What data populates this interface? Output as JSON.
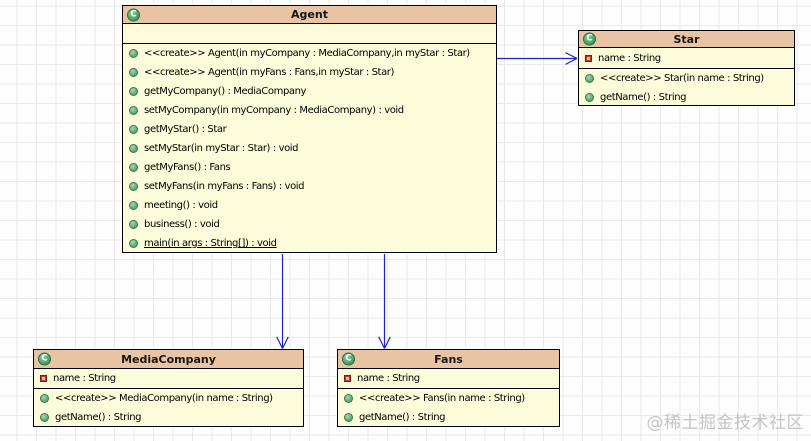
{
  "diagram": {
    "type": "uml-class-diagram",
    "icons": {
      "class_glyph": "C",
      "public_method_icon": "green-circle",
      "private_attribute_icon": "red-square"
    },
    "classes": [
      {
        "name": "Agent",
        "attributes": [],
        "methods": [
          "<<create>> Agent(in myCompany : MediaCompany,in myStar : Star)",
          "<<create>> Agent(in myFans : Fans,in myStar : Star)",
          "getMyCompany() : MediaCompany",
          "setMyCompany(in myCompany : MediaCompany) : void",
          "getMyStar() : Star",
          "setMyStar(in myStar : Star) : void",
          "getMyFans() : Fans",
          "setMyFans(in myFans : Fans) : void",
          "meeting() : void",
          "business() : void",
          "main(in args : String[]) : void"
        ],
        "static_method": "main(in args : String[]) : void"
      },
      {
        "name": "Star",
        "attributes": [
          "name : String"
        ],
        "methods": [
          "<<create>> Star(in name : String)",
          "getName() : String"
        ]
      },
      {
        "name": "MediaCompany",
        "attributes": [
          "name : String"
        ],
        "methods": [
          "<<create>> MediaCompany(in name : String)",
          "getName() : String"
        ]
      },
      {
        "name": "Fans",
        "attributes": [
          "name : String"
        ],
        "methods": [
          "<<create>> Fans(in name : String)",
          "getName() : String"
        ]
      }
    ],
    "relations": [
      {
        "from": "Agent",
        "to": "Star",
        "style": "directed-association"
      },
      {
        "from": "Agent",
        "to": "MediaCompany",
        "style": "directed-association"
      },
      {
        "from": "Agent",
        "to": "Fans",
        "style": "directed-association"
      }
    ],
    "colors": {
      "header_bg": "#e9c4a4",
      "body_bg": "#fcfcda",
      "border": "#000000",
      "arrow": "#2121cb",
      "grid_line": "#e9e9ed",
      "class_icon": "#3f9c5e",
      "method_icon": "#54a46c",
      "attribute_icon": "#c23a2e"
    },
    "watermark": "@稀土掘金技术社区"
  }
}
